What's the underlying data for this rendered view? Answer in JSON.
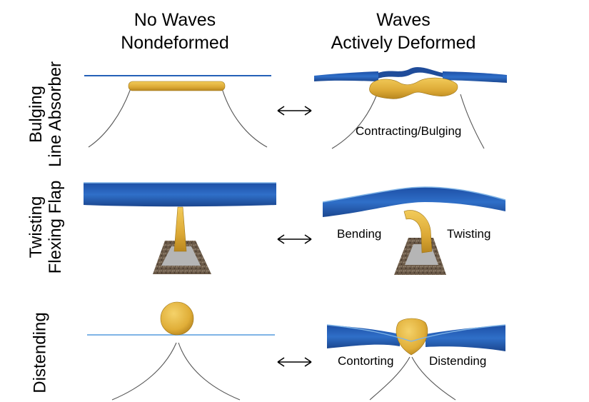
{
  "headers": {
    "left": [
      "No Waves",
      "Nondeformed"
    ],
    "right": [
      "Waves",
      "Actively Deformed"
    ]
  },
  "rows": [
    {
      "title_lines": [
        "Bulging",
        "Line Absorber"
      ],
      "labels": [
        "Contracting/Bulging"
      ]
    },
    {
      "title_lines": [
        "Twisting",
        "Flexing Flap"
      ],
      "labels": [
        "Bending",
        "Twisting"
      ]
    },
    {
      "title_lines": [
        "Distending"
      ],
      "labels": [
        "Contorting",
        "Distending"
      ]
    }
  ],
  "icons": {
    "transition": "double-arrow-icon"
  },
  "colors": {
    "wave_blue": "#2460b8",
    "wave_edge": "#7fb4e6",
    "device_gold": "#e2b43c",
    "tether_gray": "#555555",
    "seabed_brown": "#6b5a48",
    "seabed_pad": "#b5b5b5"
  }
}
